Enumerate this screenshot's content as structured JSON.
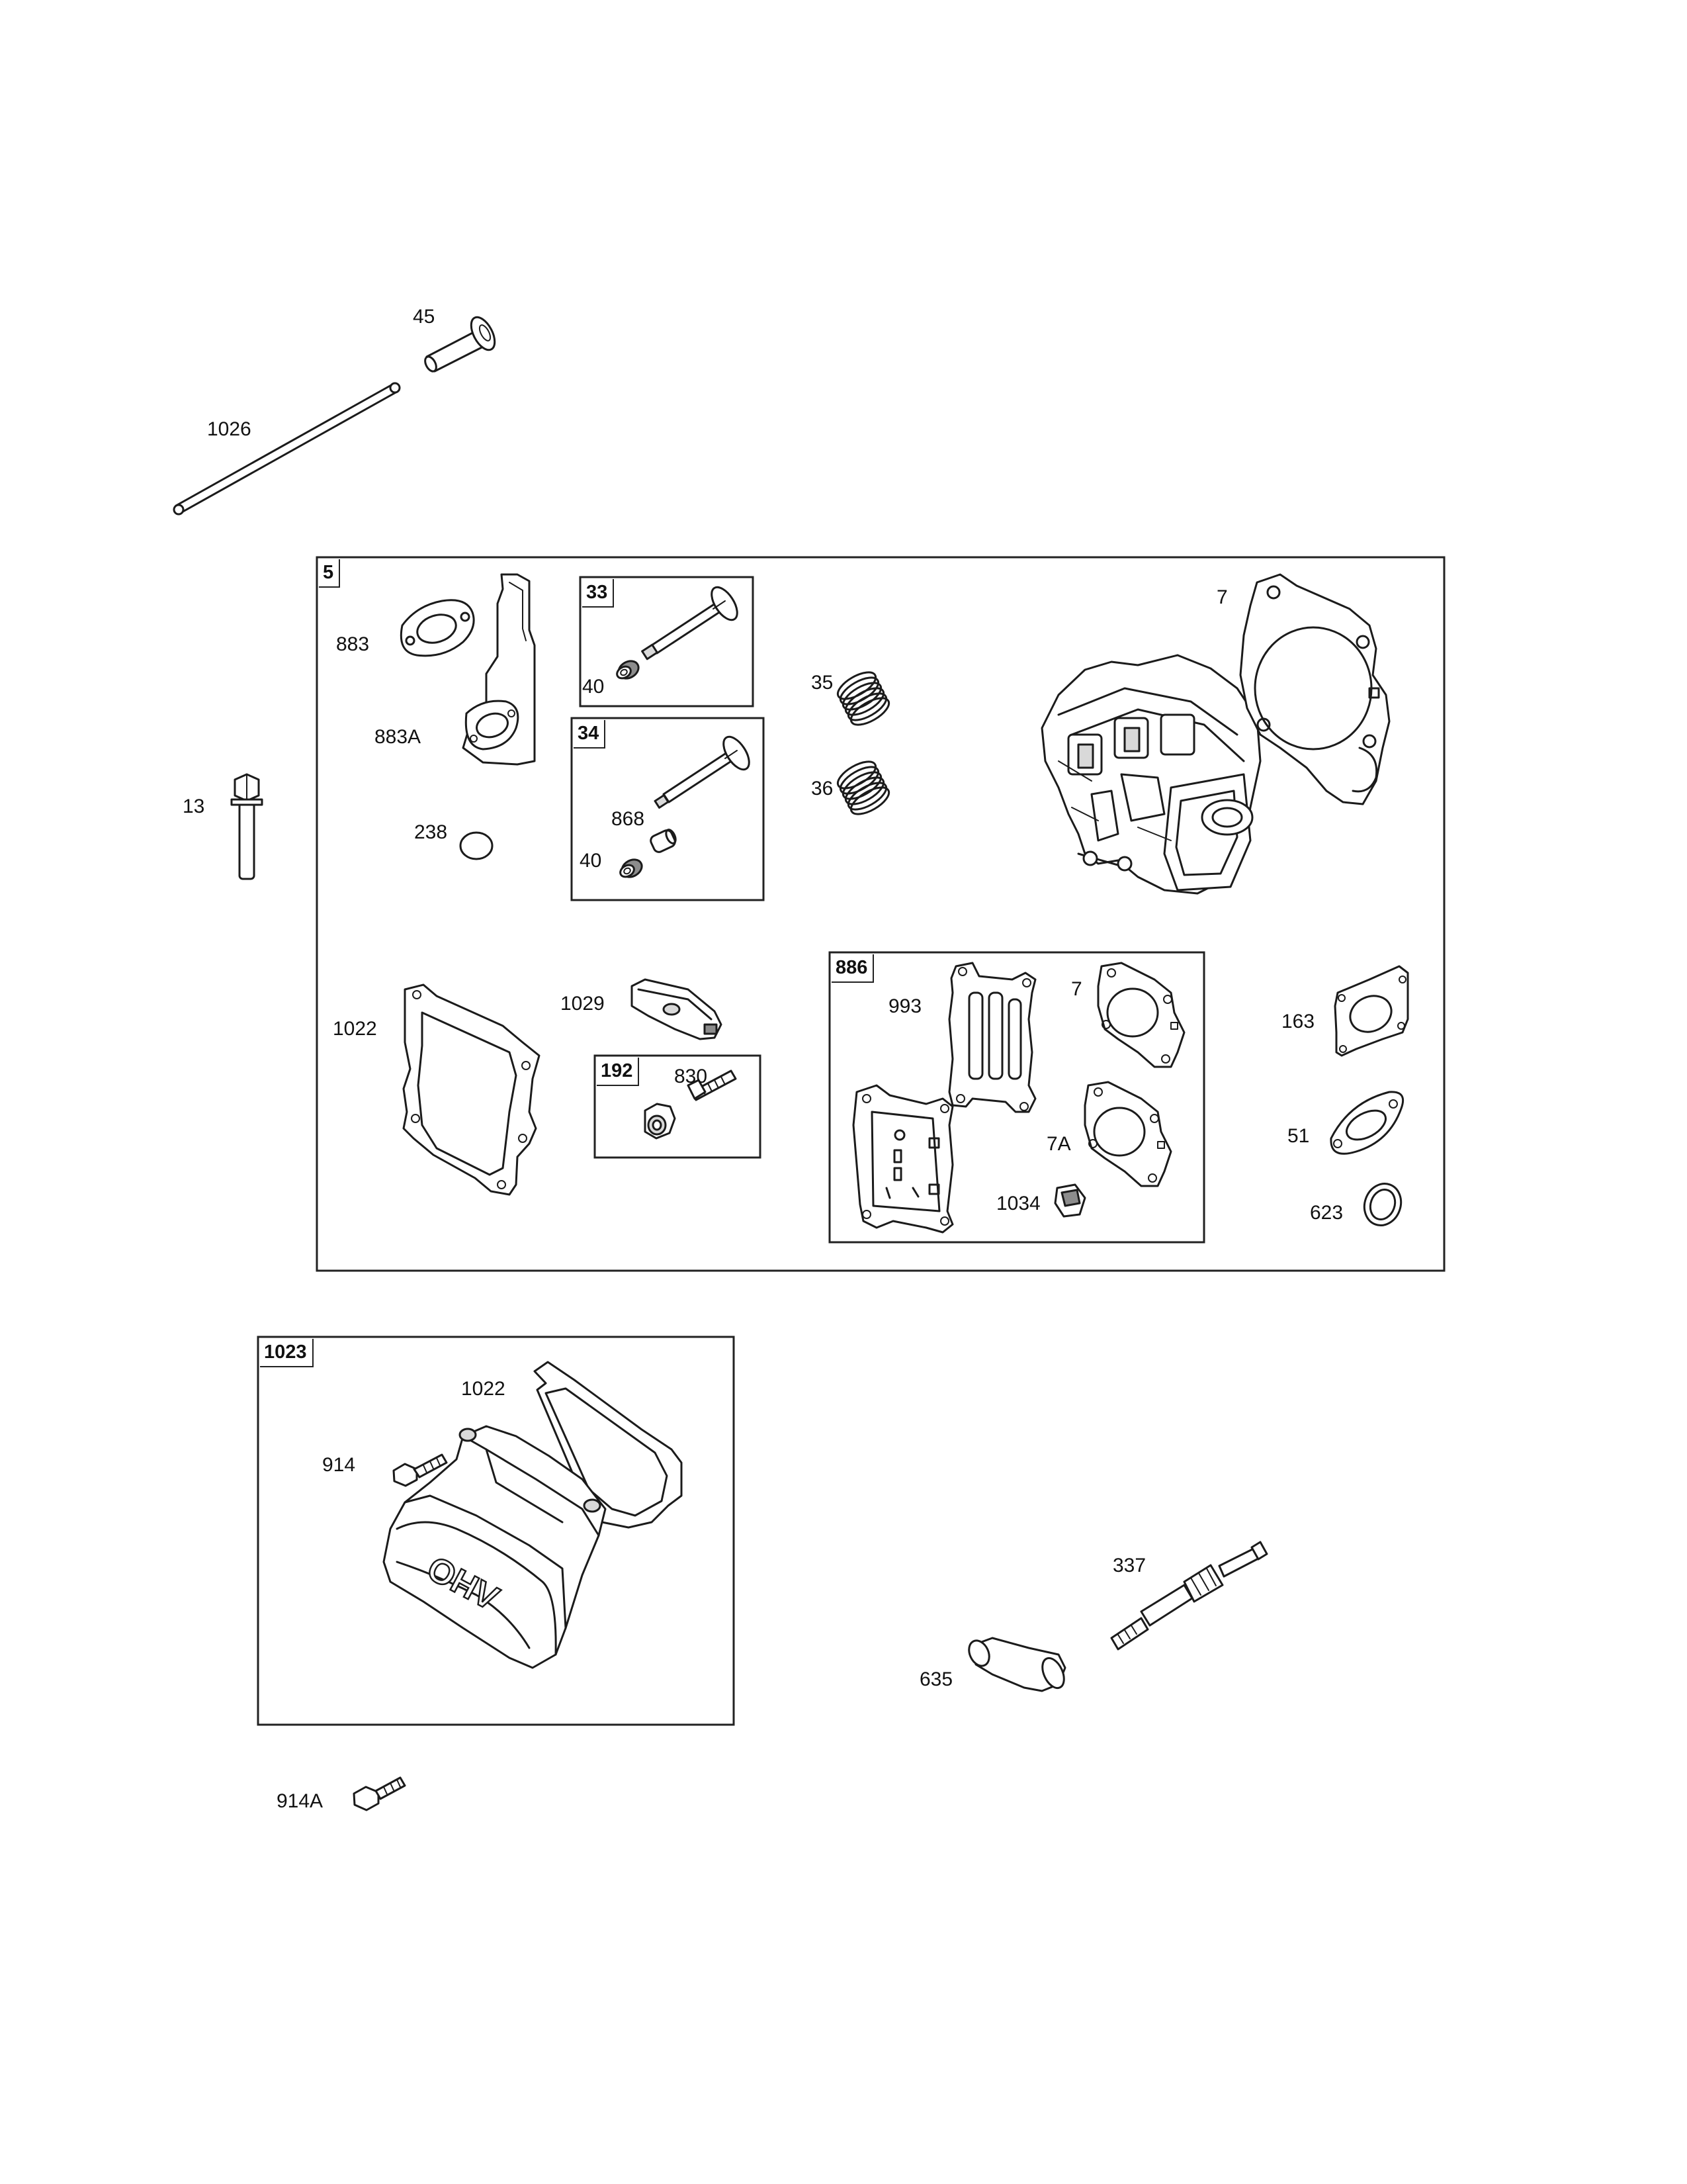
{
  "diagram": {
    "callouts": {
      "c45": "45",
      "c1026": "1026",
      "c13": "13",
      "c883": "883",
      "c883A": "883A",
      "c238": "238",
      "c40a": "40",
      "c868": "868",
      "c40b": "40",
      "c35": "35",
      "c36": "36",
      "c7a": "7",
      "c1022a": "1022",
      "c1029": "1029",
      "c830": "830",
      "c993": "993",
      "c7b": "7",
      "c7A": "7A",
      "c1034": "1034",
      "c163": "163",
      "c51": "51",
      "c623": "623",
      "c1022b": "1022",
      "c914": "914",
      "c337": "337",
      "c635": "635",
      "c914A": "914A"
    },
    "kits": {
      "k5": "5",
      "k33": "33",
      "k34": "34",
      "k192": "192",
      "k886": "886",
      "k1023": "1023"
    },
    "cover_emboss": "OHV"
  }
}
